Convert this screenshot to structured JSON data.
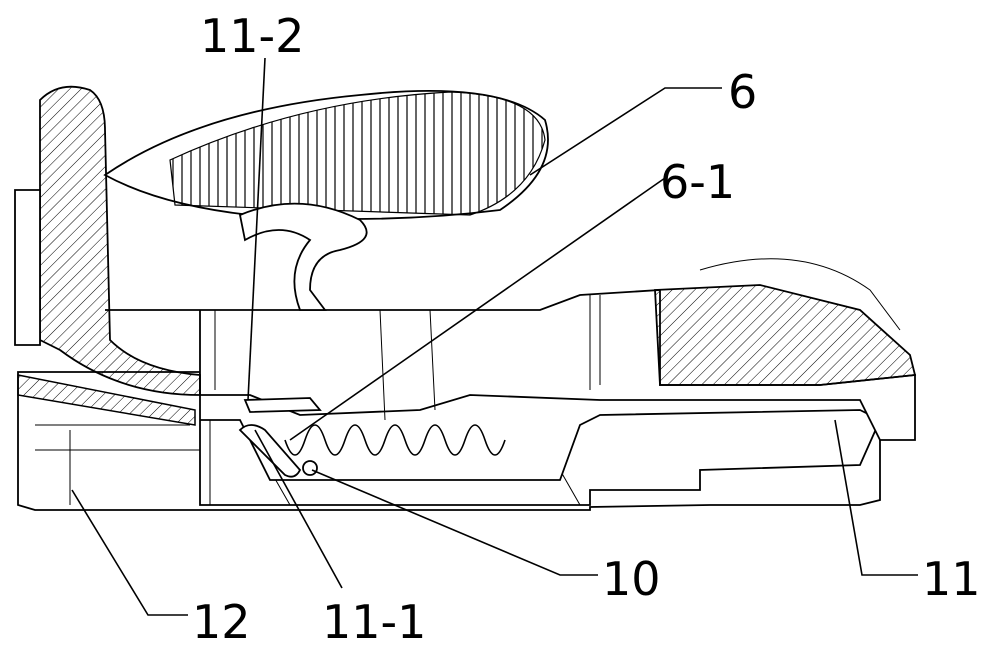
{
  "labels": {
    "l11_2": "11-2",
    "l6": "6",
    "l6_1": "6-1",
    "l10": "10",
    "l11": "11",
    "l12": "12",
    "l11_1": "11-1"
  }
}
